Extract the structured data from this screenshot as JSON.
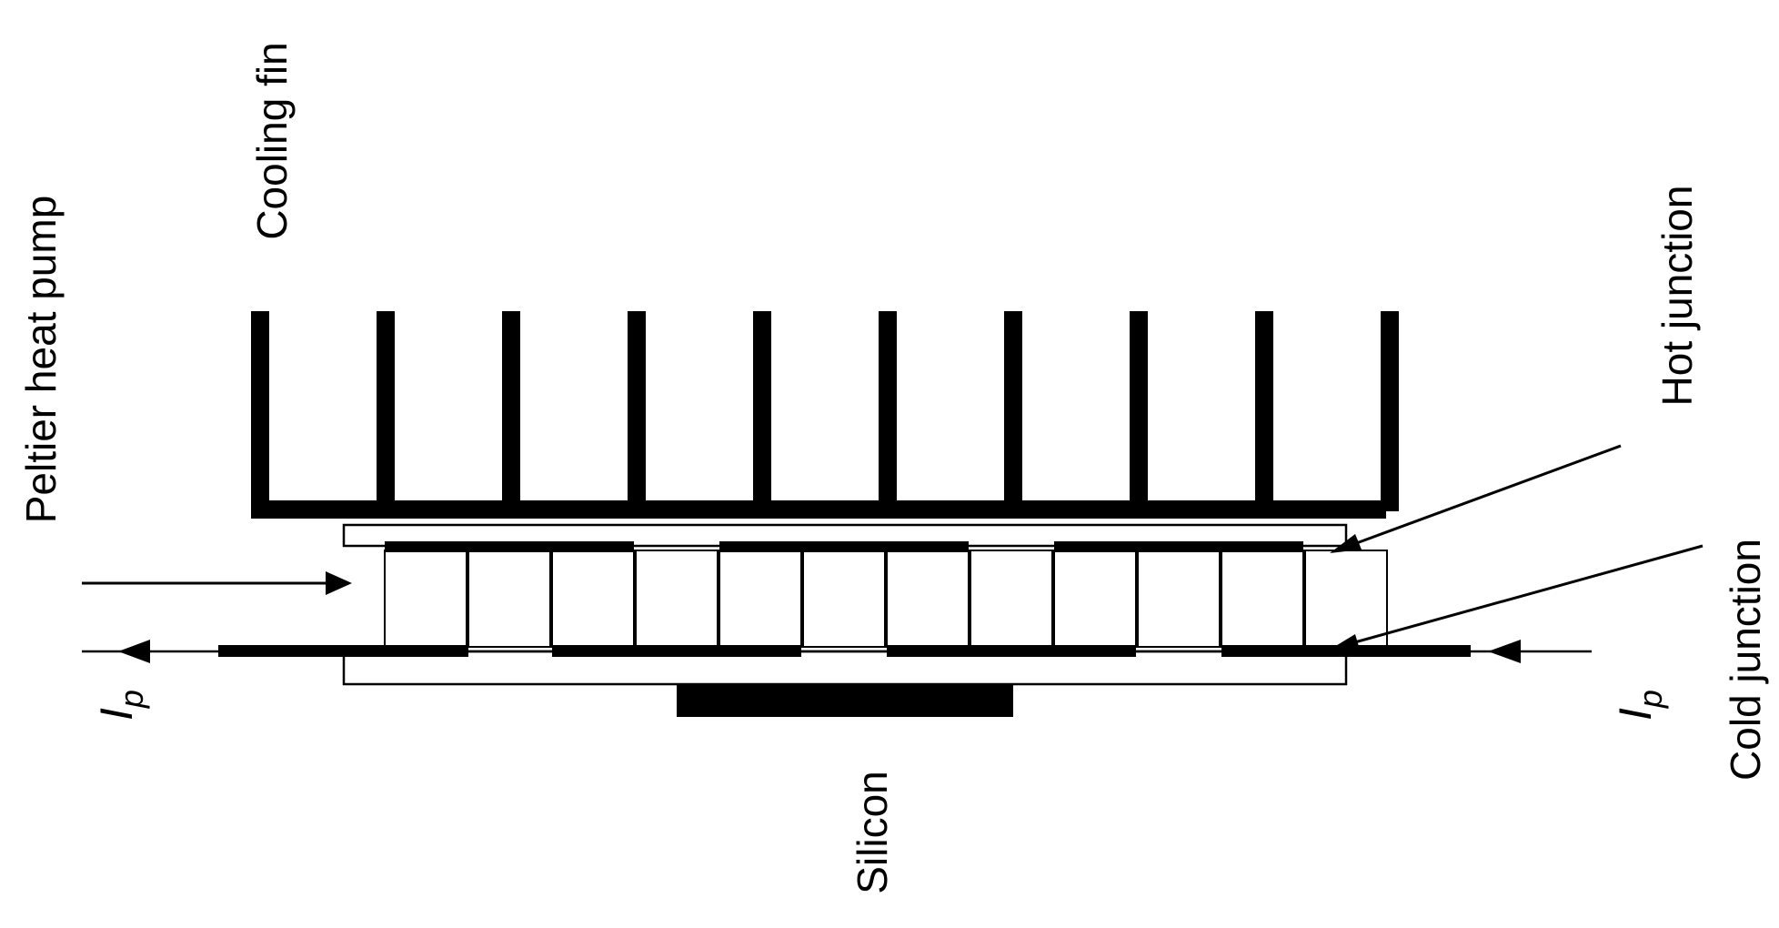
{
  "labels": {
    "peltier_heat_pump": "Peltier heat pump",
    "cooling_fin": "Cooling fin",
    "hot_junction": "Hot junction",
    "cold_junction": "Cold junction",
    "silicon": "Silicon",
    "current_left": "I",
    "current_left_sub": "p",
    "current_right": "I",
    "current_right_sub": "p"
  },
  "components": {
    "cooling_fin_count": 10,
    "thermoelectric_leg_count": 12
  },
  "colors": {
    "ink": "#000000",
    "background": "#ffffff"
  }
}
